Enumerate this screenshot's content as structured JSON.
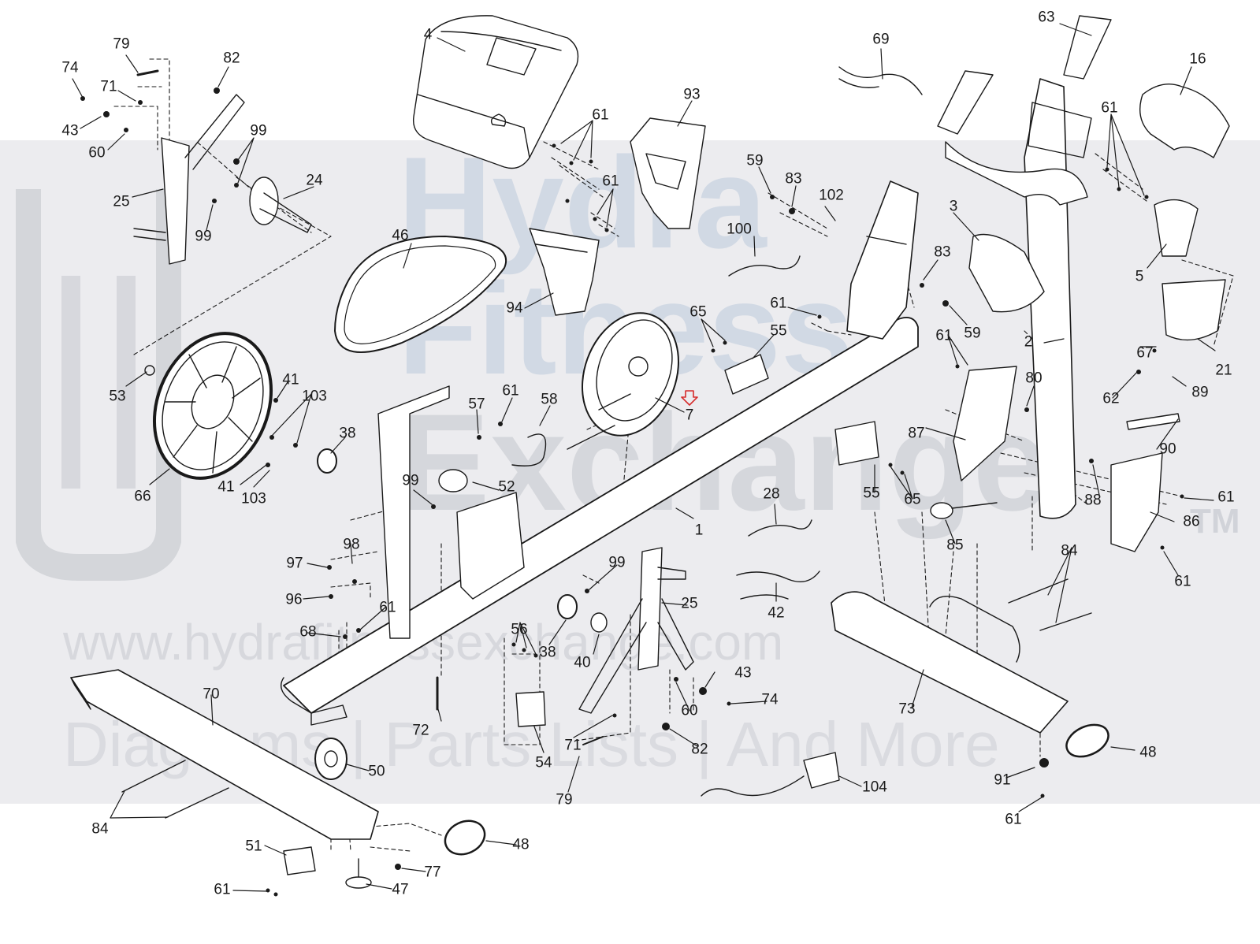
{
  "watermark": {
    "brand_lines": [
      "Hydra",
      "Fitness",
      "Exchange"
    ],
    "trademark": "TM",
    "url": "www.hydrafitnessexchange.com",
    "tagline": "Diagrams | Parts Lists | And More"
  },
  "colors": {
    "ink": "#1a1a1a",
    "watermark_band": "#b9bcc4",
    "highlight_arrow": "#d62b2b"
  },
  "callouts": [
    {
      "id": "79a",
      "text": "79"
    },
    {
      "id": "74a",
      "text": "74"
    },
    {
      "id": "82a",
      "text": "82"
    },
    {
      "id": "71a",
      "text": "71"
    },
    {
      "id": "43a",
      "text": "43"
    },
    {
      "id": "60a",
      "text": "60"
    },
    {
      "id": "99a",
      "text": "99"
    },
    {
      "id": "25a",
      "text": "25"
    },
    {
      "id": "24",
      "text": "24"
    },
    {
      "id": "99b",
      "text": "99"
    },
    {
      "id": "4",
      "text": "4"
    },
    {
      "id": "61a",
      "text": "61"
    },
    {
      "id": "93",
      "text": "93"
    },
    {
      "id": "61b",
      "text": "61"
    },
    {
      "id": "46",
      "text": "46"
    },
    {
      "id": "94",
      "text": "94"
    },
    {
      "id": "69",
      "text": "69"
    },
    {
      "id": "59a",
      "text": "59"
    },
    {
      "id": "83a",
      "text": "83"
    },
    {
      "id": "102",
      "text": "102"
    },
    {
      "id": "100",
      "text": "100"
    },
    {
      "id": "83b",
      "text": "83"
    },
    {
      "id": "61c",
      "text": "61"
    },
    {
      "id": "59b",
      "text": "59"
    },
    {
      "id": "65a",
      "text": "65"
    },
    {
      "id": "55a",
      "text": "55"
    },
    {
      "id": "63",
      "text": "63"
    },
    {
      "id": "16",
      "text": "16"
    },
    {
      "id": "61d",
      "text": "61"
    },
    {
      "id": "3",
      "text": "3"
    },
    {
      "id": "5",
      "text": "5"
    },
    {
      "id": "2",
      "text": "2"
    },
    {
      "id": "67",
      "text": "67"
    },
    {
      "id": "21",
      "text": "21"
    },
    {
      "id": "61e",
      "text": "61"
    },
    {
      "id": "80",
      "text": "80"
    },
    {
      "id": "62",
      "text": "62"
    },
    {
      "id": "89",
      "text": "89"
    },
    {
      "id": "53",
      "text": "53"
    },
    {
      "id": "41a",
      "text": "41"
    },
    {
      "id": "103a",
      "text": "103"
    },
    {
      "id": "38a",
      "text": "38"
    },
    {
      "id": "41b",
      "text": "41"
    },
    {
      "id": "103b",
      "text": "103"
    },
    {
      "id": "66",
      "text": "66"
    },
    {
      "id": "57",
      "text": "57"
    },
    {
      "id": "61f",
      "text": "61"
    },
    {
      "id": "58",
      "text": "58"
    },
    {
      "id": "7",
      "text": "7"
    },
    {
      "id": "87",
      "text": "87"
    },
    {
      "id": "90",
      "text": "90"
    },
    {
      "id": "99c",
      "text": "99"
    },
    {
      "id": "52",
      "text": "52"
    },
    {
      "id": "28",
      "text": "28"
    },
    {
      "id": "55b",
      "text": "55"
    },
    {
      "id": "65b",
      "text": "65"
    },
    {
      "id": "88",
      "text": "88"
    },
    {
      "id": "61g",
      "text": "61"
    },
    {
      "id": "86",
      "text": "86"
    },
    {
      "id": "1",
      "text": "1"
    },
    {
      "id": "85",
      "text": "85"
    },
    {
      "id": "98",
      "text": "98"
    },
    {
      "id": "97",
      "text": "97"
    },
    {
      "id": "96",
      "text": "96"
    },
    {
      "id": "99d",
      "text": "99"
    },
    {
      "id": "84a",
      "text": "84"
    },
    {
      "id": "61h",
      "text": "61"
    },
    {
      "id": "42",
      "text": "42"
    },
    {
      "id": "68",
      "text": "68"
    },
    {
      "id": "61i",
      "text": "61"
    },
    {
      "id": "25b",
      "text": "25"
    },
    {
      "id": "56",
      "text": "56"
    },
    {
      "id": "38b",
      "text": "38"
    },
    {
      "id": "40",
      "text": "40"
    },
    {
      "id": "43b",
      "text": "43"
    },
    {
      "id": "70",
      "text": "70"
    },
    {
      "id": "74b",
      "text": "74"
    },
    {
      "id": "60b",
      "text": "60"
    },
    {
      "id": "73",
      "text": "73"
    },
    {
      "id": "72",
      "text": "72"
    },
    {
      "id": "71b",
      "text": "71"
    },
    {
      "id": "82b",
      "text": "82"
    },
    {
      "id": "48a",
      "text": "48"
    },
    {
      "id": "54",
      "text": "54"
    },
    {
      "id": "50",
      "text": "50"
    },
    {
      "id": "79b",
      "text": "79"
    },
    {
      "id": "104",
      "text": "104"
    },
    {
      "id": "91",
      "text": "91"
    },
    {
      "id": "84b",
      "text": "84"
    },
    {
      "id": "61j",
      "text": "61"
    },
    {
      "id": "51",
      "text": "51"
    },
    {
      "id": "48b",
      "text": "48"
    },
    {
      "id": "77",
      "text": "77"
    },
    {
      "id": "61k",
      "text": "61"
    },
    {
      "id": "47",
      "text": "47"
    }
  ]
}
